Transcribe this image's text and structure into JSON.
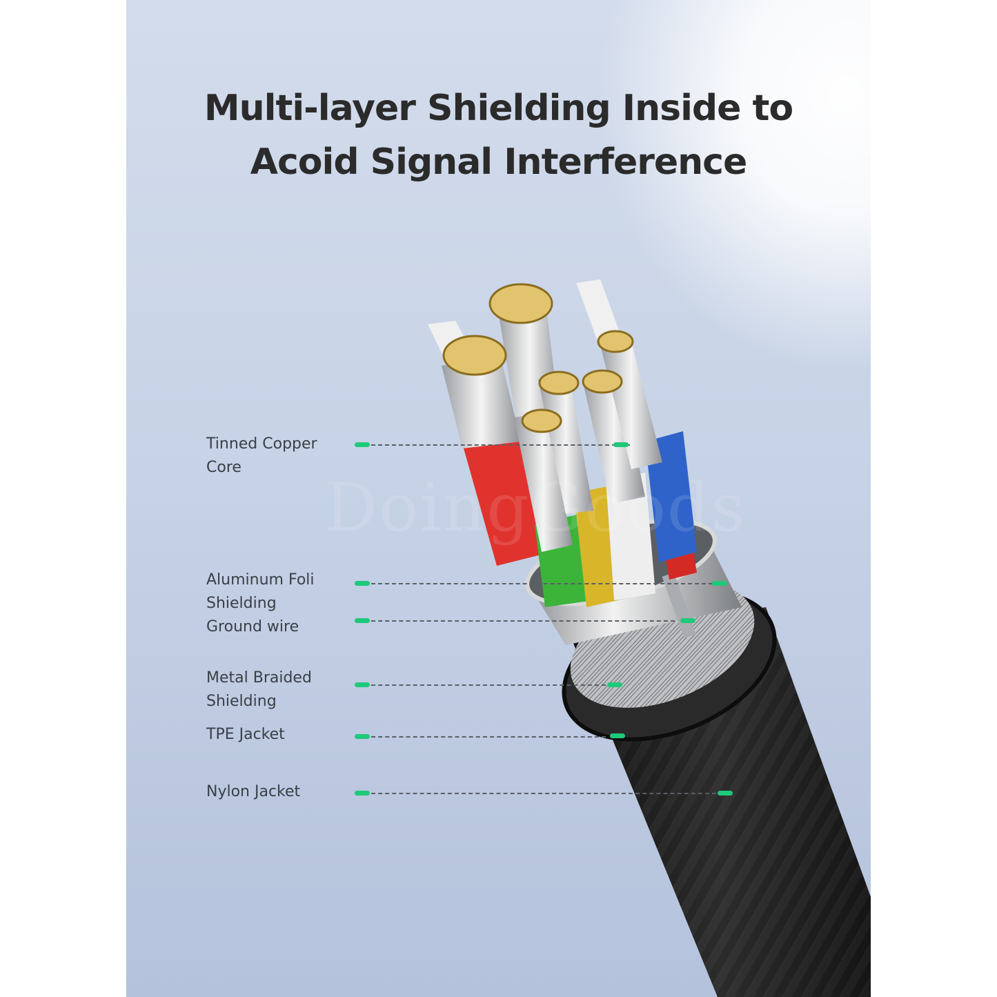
{
  "title": {
    "line1": "Multi-layer Shielding Inside to",
    "line2": "Acoid Signal Interference"
  },
  "callouts": [
    {
      "label_line1": "Tinned Copper",
      "label_line2": "Core"
    },
    {
      "label_line1": "Aluminum Foli",
      "label_line2": "Shielding"
    },
    {
      "label_line1": "Ground wire",
      "label_line2": ""
    },
    {
      "label_line1": "Metal Braided",
      "label_line2": "Shielding"
    },
    {
      "label_line1": "TPE Jacket",
      "label_line2": ""
    },
    {
      "label_line1": "Nylon Jacket",
      "label_line2": ""
    }
  ],
  "watermark": "DoingGoods",
  "colors": {
    "accent_marker": "#1ec97a",
    "title_text": "#2b2b2b",
    "label_text": "#3a3f46",
    "wire_red": "#e0332e",
    "wire_green": "#3cb43a",
    "wire_yellow": "#d9b52a",
    "wire_white": "#eeeeee",
    "wire_blue": "#2f63c9",
    "jacket_black": "#1c1c1c"
  }
}
